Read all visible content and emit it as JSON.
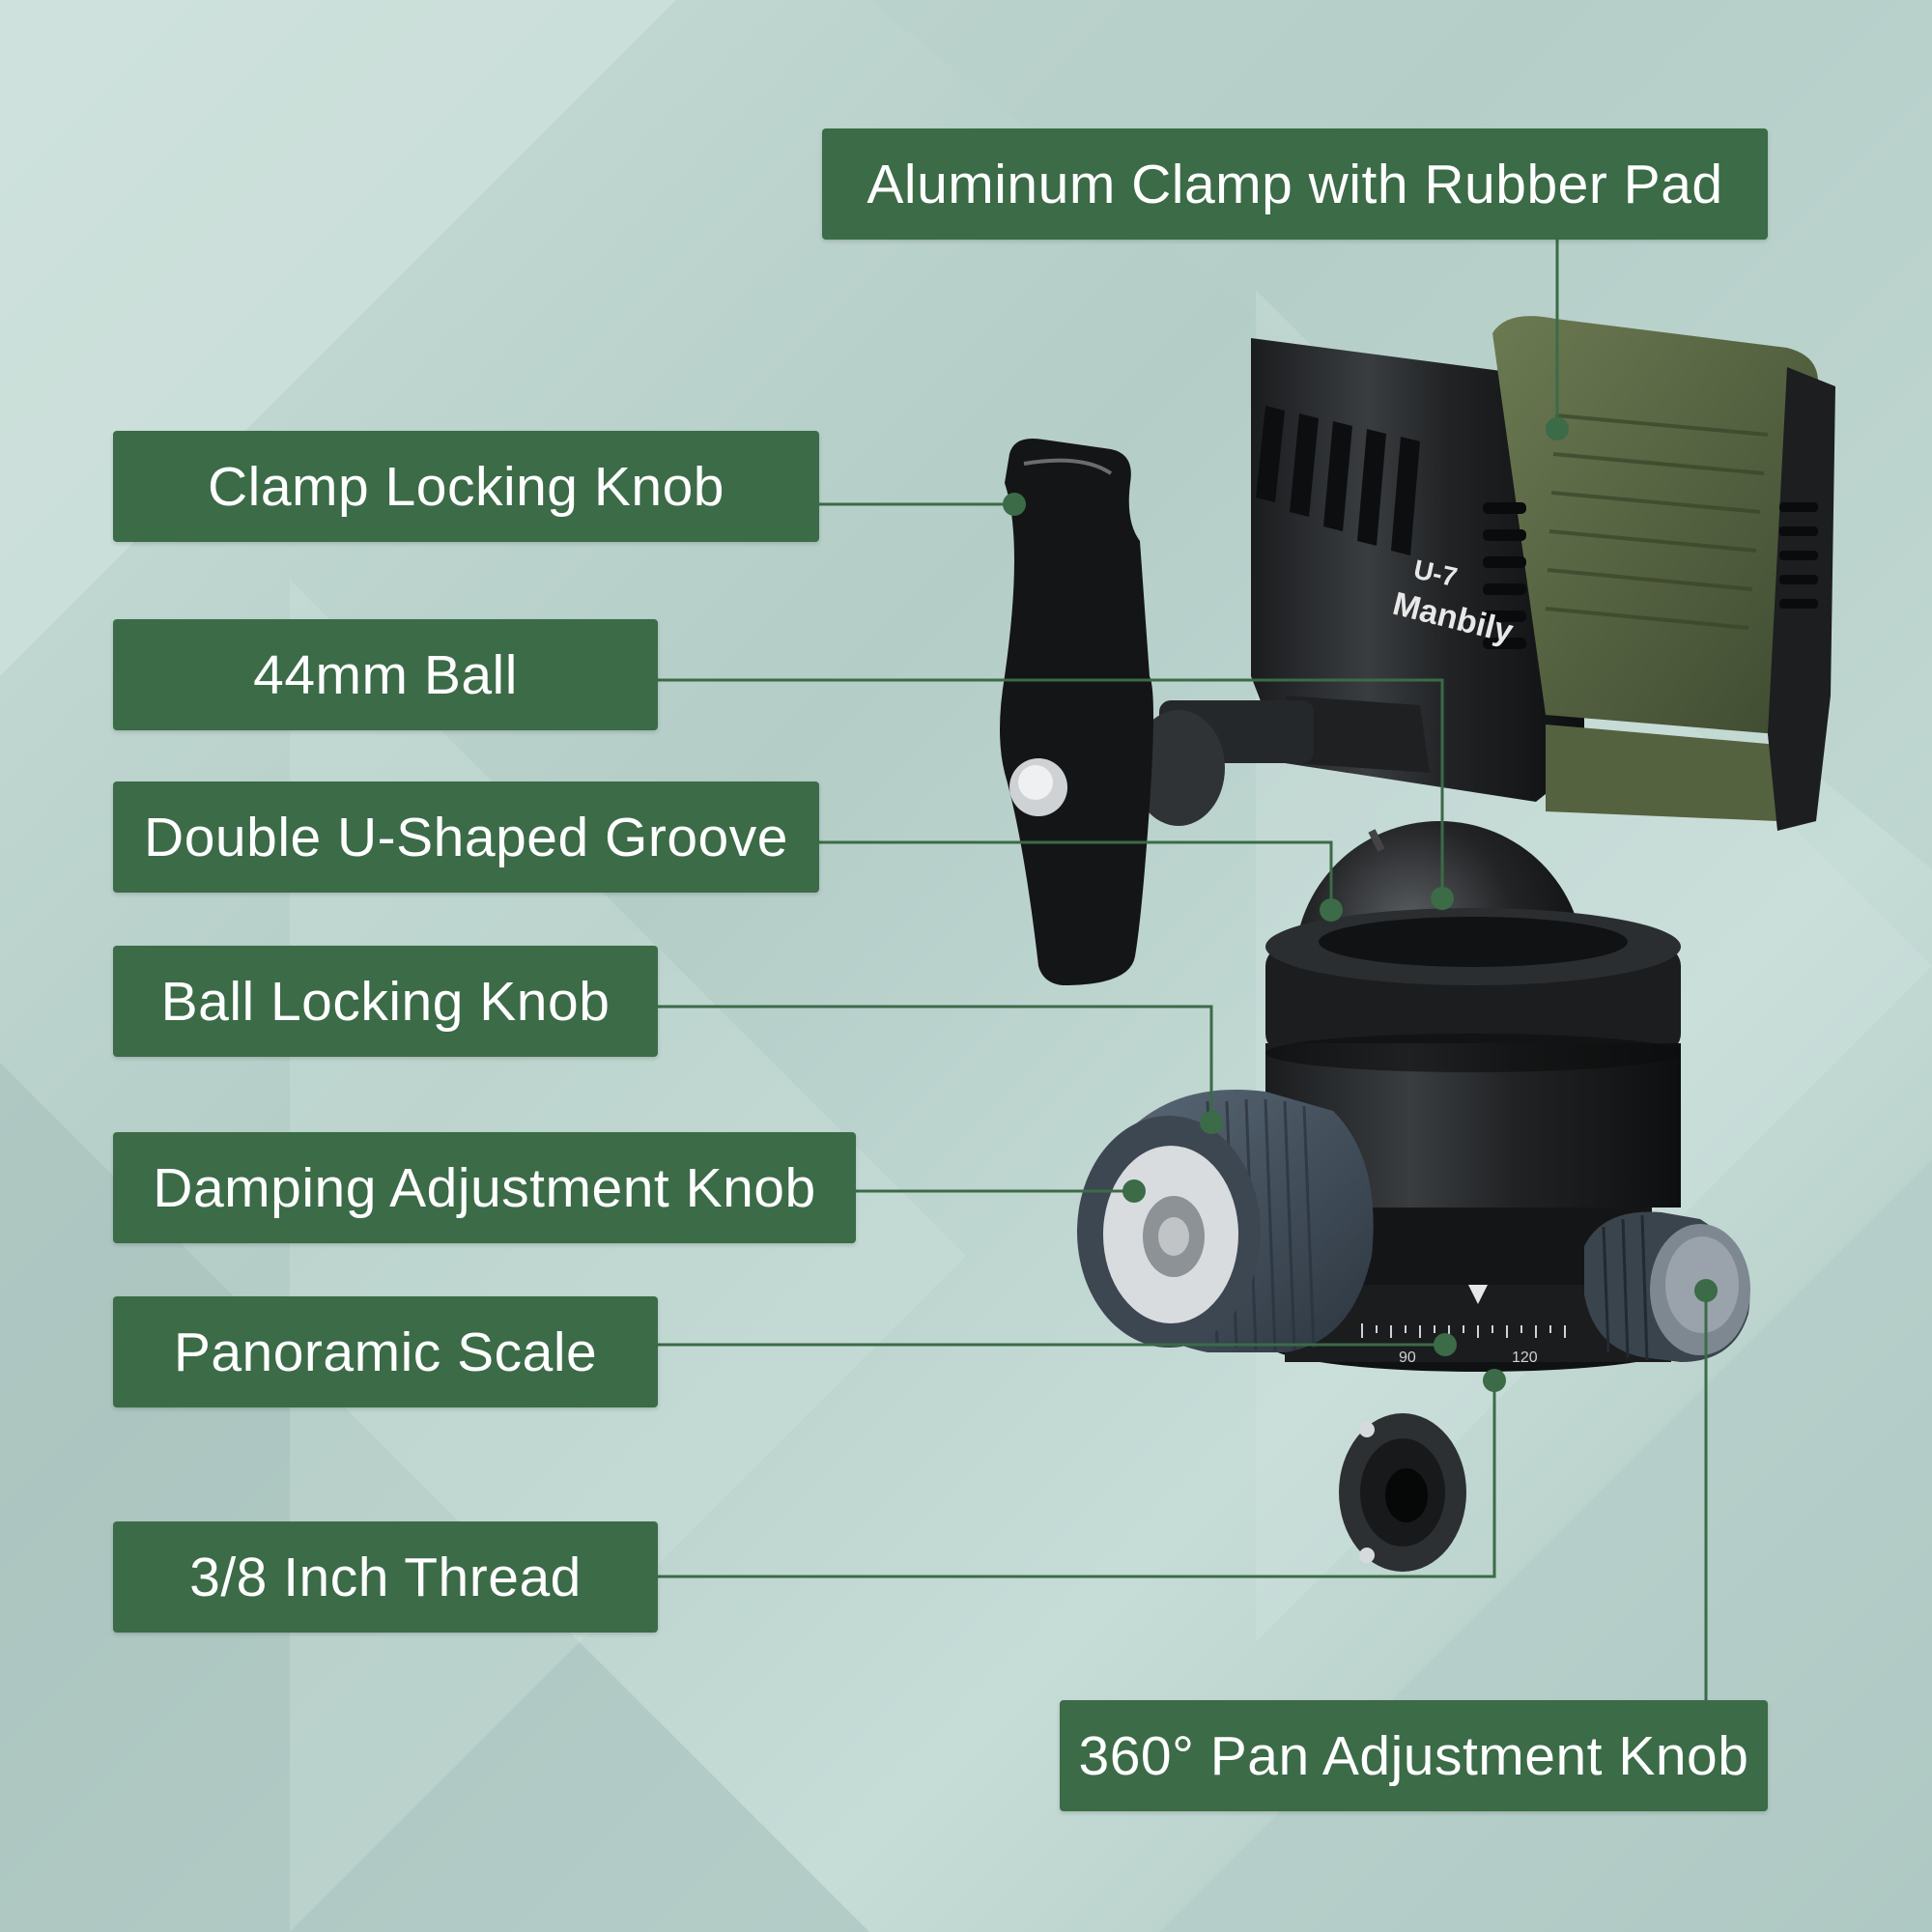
{
  "theme": {
    "label_bg": "#3b6b47",
    "leader_color": "#3b6b47",
    "label_text": "#ffffff",
    "background": "#c0d7d1"
  },
  "product": {
    "model_text": "U-7",
    "brand_text": "Manbily",
    "scale_marks": [
      "90",
      "120"
    ]
  },
  "callouts": {
    "aluminum_clamp": "Aluminum Clamp with Rubber Pad",
    "clamp_locking_knob": "Clamp Locking Knob",
    "ball_44mm": "44mm Ball",
    "double_u_groove": "Double U-Shaped Groove",
    "ball_locking_knob": "Ball Locking Knob",
    "damping_knob": "Damping Adjustment Knob",
    "panoramic_scale": "Panoramic Scale",
    "thread_3_8": "3/8 Inch Thread",
    "pan_knob": "360° Pan Adjustment Knob"
  }
}
